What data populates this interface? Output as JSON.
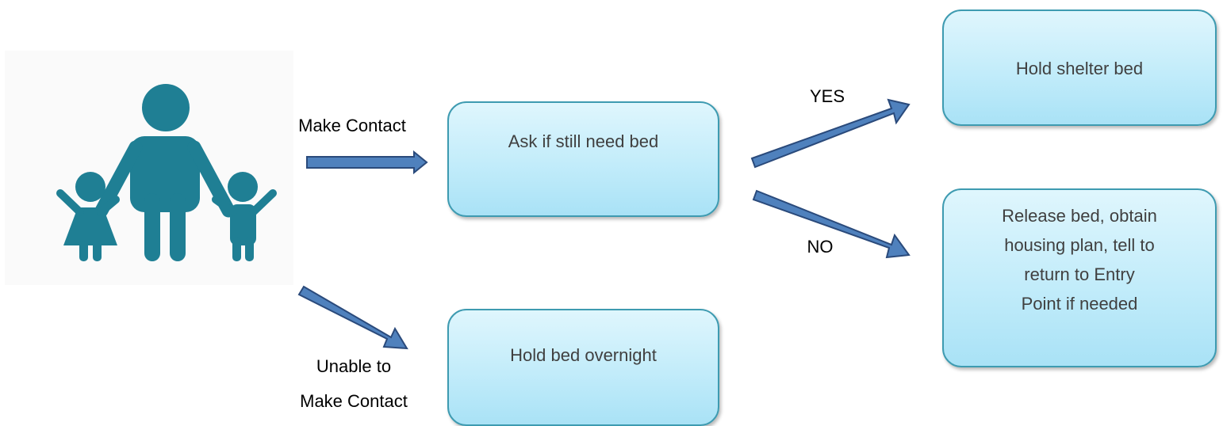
{
  "icon": {
    "name": "family-icon",
    "color": "#1f7f94"
  },
  "boxes": {
    "ask": "Ask if still need bed",
    "hold_overnight": "Hold bed overnight",
    "hold_shelter": "Hold shelter bed",
    "release": [
      "Release bed, obtain",
      "housing plan, tell to",
      "return to Entry",
      "Point if needed"
    ]
  },
  "labels": {
    "make_contact": "Make Contact",
    "unable_line1": "Unable to",
    "unable_line2": "Make Contact",
    "yes": "YES",
    "no": "NO"
  },
  "colors": {
    "arrow_fill": "#4f81bd",
    "arrow_stroke": "#2a4a7b",
    "box_border": "#3e9bb1",
    "box_text": "#404040"
  }
}
